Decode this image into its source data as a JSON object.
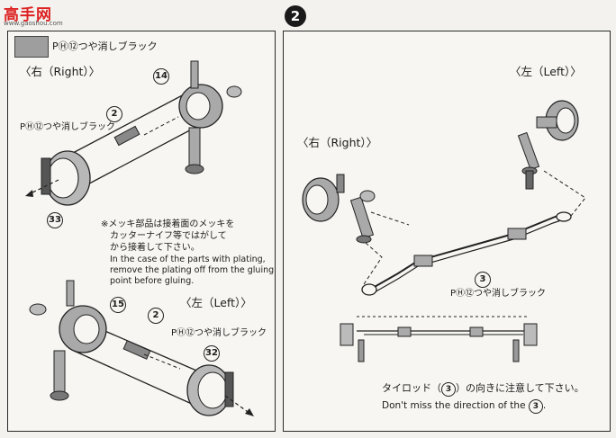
{
  "logo": {
    "main": "高手网",
    "sub": "www.gaoshou.com"
  },
  "step_number": "2",
  "left_panel": {
    "legend": "PⒽ⑫つや消しブラック",
    "right_header": "〈右（Right）〉",
    "left_header": "〈左（Left）〉",
    "paint_note_top": "PⒽ⑫つや消しブラック",
    "paint_note_bottom": "PⒽ⑫つや消しブラック",
    "part_14": "14",
    "part_2_top": "2",
    "part_33": "33",
    "part_15": "15",
    "part_2_bottom": "2",
    "part_32": "32",
    "note_jp_1": "※メッキ部品は接着面のメッキを",
    "note_jp_2": "カッターナイフ等ではがして",
    "note_jp_3": "から接着して下さい。",
    "note_en_1": "In the case of the parts with plating,",
    "note_en_2": "remove the plating off from the gluing",
    "note_en_3": "point before gluing."
  },
  "right_panel": {
    "left_header": "〈左（Left）〉",
    "right_header": "〈右（Right）〉",
    "part_3": "3",
    "paint_note": "PⒽ⑫つや消しブラック",
    "caution_jp_pre": "タイロッド（",
    "caution_jp_num": "3",
    "caution_jp_post": "）の向きに注意して下さい。",
    "caution_en_pre": "Don't miss the direction of the",
    "caution_en_num": "3",
    "caution_en_post": "."
  },
  "colors": {
    "paint_gray": "#9e9e9e",
    "ink": "#1c1c1c",
    "logo_red": "#d22"
  }
}
